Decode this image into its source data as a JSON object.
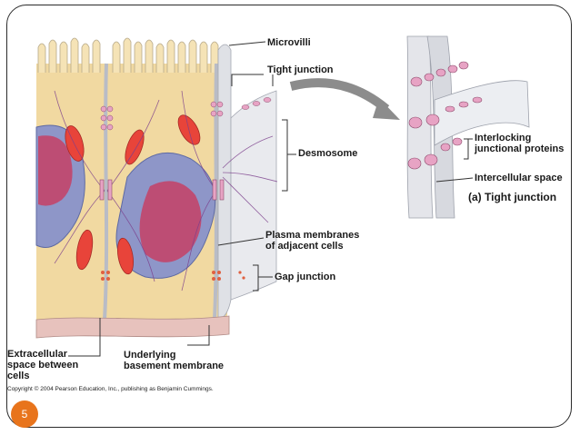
{
  "labels": {
    "microvilli": "Microvilli",
    "tight_junction": "Tight junction",
    "desmosome": "Desmosome",
    "plasma_membranes": "Plasma membranes\nof adjacent cells",
    "gap_junction": "Gap junction",
    "extracellular_space": "Extracellular\nspace between\ncells",
    "basement_membrane": "Underlying\nbasement membrane",
    "interlocking_proteins": "Interlocking\njunctional proteins",
    "intercellular_space": "Intercellular space",
    "inset_title": "(a) Tight junction"
  },
  "copyright": "Copyright © 2004 Pearson Education, Inc., publishing as Benjamin Cummings.",
  "page_number": "5",
  "colors": {
    "cytoplasm": "#f1d9a1",
    "membrane": "#c9ccd4",
    "nucleus": "#8e96c8",
    "nucleus_dark": "#c2456a",
    "mitochondria": "#e8443a",
    "junction": "#e7a3c4",
    "basement": "#e7c2bd",
    "badge": "#e8741c"
  }
}
